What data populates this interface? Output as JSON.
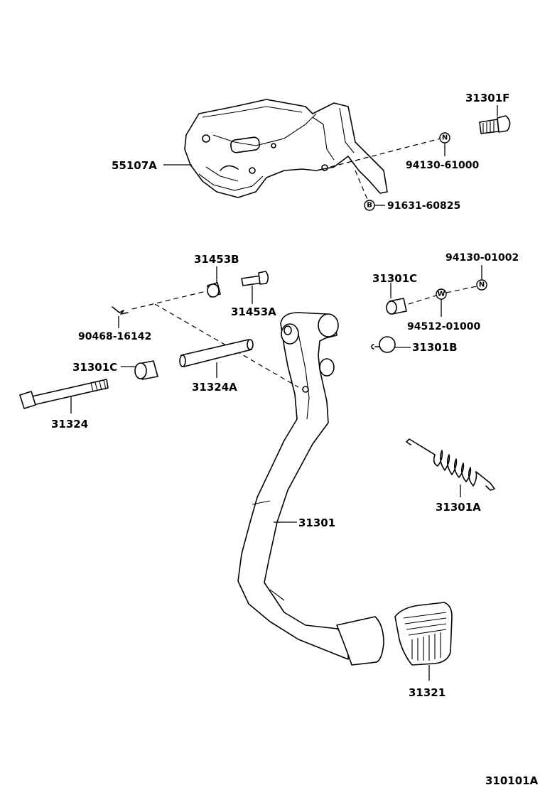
{
  "figure_code": "310101A",
  "labels": {
    "bracket": "55107A",
    "bolt_top": "31301F",
    "nut_n_top": "94130-61000",
    "bolt_b": "91631-60825",
    "bushing_top": "31453B",
    "nut_n_right": "94130-01002",
    "collar_right": "31301C",
    "pin": "31453A",
    "clip": "90468-16142",
    "washer_w": "94512-01000",
    "stopper": "31301B",
    "collar_left": "31301C",
    "shaft": "31324A",
    "long_bolt": "31324",
    "spring": "31301A",
    "pedal_arm": "31301",
    "pedal_pad": "31321"
  },
  "symbols": {
    "nut": "N",
    "bolt": "B",
    "washer": "W"
  }
}
